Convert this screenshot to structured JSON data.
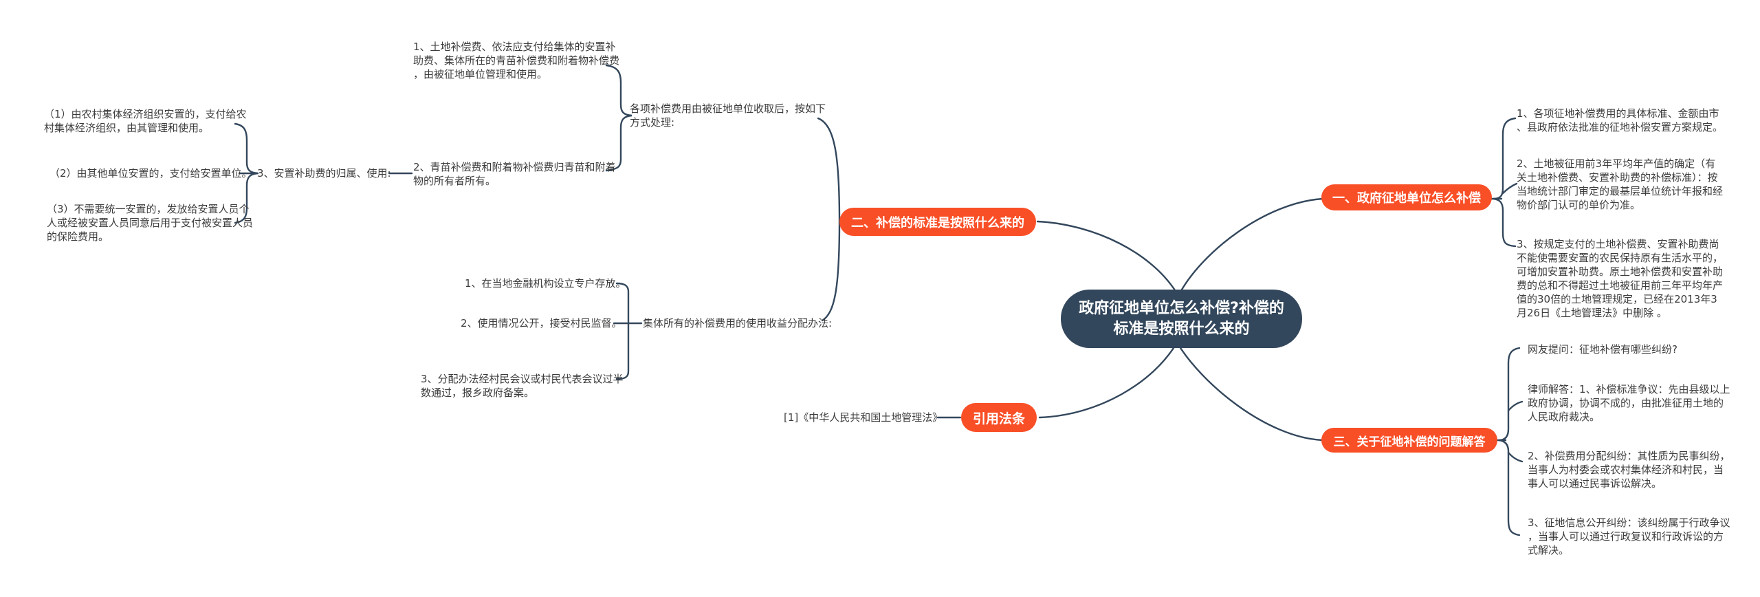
{
  "colors": {
    "accent": "#F94F27",
    "dark": "#33475C",
    "text": "#3C3C3C",
    "background": "#FFFFFF"
  },
  "center": {
    "title": "政府征地单位怎么补偿?补偿的标准是按照什么来的"
  },
  "branch_how": {
    "node": "一、政府征地单位怎么补偿",
    "items": [
      "1、各项征地补偿费用的具体标准、金额由市、县政府依法批准的征地补偿安置方案规定。",
      "2、土地被征用前3年平均年产值的确定（有关土地补偿费、安置补助费的补偿标准）：按当地统计部门审定的最基层单位统计年报和经物价部门认可的单价为准。",
      "3、按规定支付的土地补偿费、安置补助费尚不能使需要安置的农民保持原有生活水平的，可增加安置补助费。原土地补偿费和安置补助费的总和不得超过土地被征用前三年平均年产值的30倍的土地管理规定，已经在2013年3月26日《土地管理法》中删除 。"
    ]
  },
  "branch_standard": {
    "node": "二、补偿的标准是按照什么来的",
    "handling": {
      "label": "各项补偿费用由被征地单位收取后，按如下方式处理:",
      "item1": "1、土地补偿费、依法应支付给集体的安置补助费、集体所在的青苗补偿费和附着物补偿费，由被征地单位管理和使用。",
      "item2": "2、青苗补偿费和附着物补偿费归青苗和附着物的所有者所有。",
      "item3_label": "3、安置补助费的归属、使用:",
      "item3_subitems": [
        "（1）由农村集体经济组织安置的，支付给农村集体经济组织，由其管理和使用。",
        "（2）由其他单位安置的，支付给安置单位。",
        "（3）不需要统一安置的，发放给安置人员个人或经被安置人员同意后用于支付被安置人员的保险费用。"
      ]
    },
    "usage": {
      "label": "集体所有的补偿费用的使用收益分配办法:",
      "items": [
        "1、在当地金融机构设立专户存放。",
        "2、使用情况公开，接受村民监督。",
        "3、分配办法经村民会议或村民代表会议过半数通过，报乡政府备案。"
      ]
    }
  },
  "branch_law": {
    "node": "引用法条",
    "reference": "[1]《中华人民共和国土地管理法》"
  },
  "branch_qa": {
    "node": "三、关于征地补偿的问题解答",
    "question": "网友提问：征地补偿有哪些纠纷?",
    "answers": [
      "律师解答：1、补偿标准争议：先由县级以上政府协调，协调不成的，由批准征用土地的人民政府裁决。",
      "2、补偿费用分配纠纷：其性质为民事纠纷，当事人为村委会或农村集体经济和村民，当事人可以通过民事诉讼解决。",
      "3、征地信息公开纠纷：该纠纷属于行政争议，当事人可以通过行政复议和行政诉讼的方式解决。"
    ]
  }
}
